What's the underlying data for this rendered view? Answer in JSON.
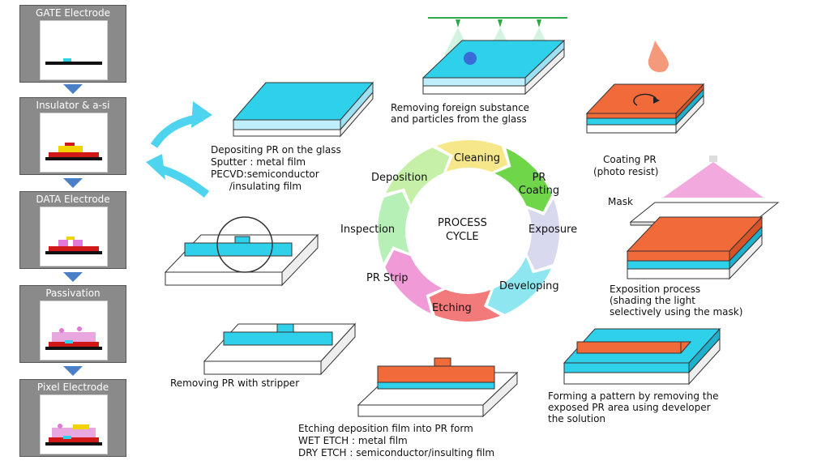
{
  "steps": [
    {
      "label": "GATE Electrode"
    },
    {
      "label": "Insulator & a-si"
    },
    {
      "label": "DATA Electrode"
    },
    {
      "label": "Passivation"
    },
    {
      "label": "Pixel Electrode"
    }
  ],
  "cycle": {
    "center_line1": "PROCESS",
    "center_line2": "CYCLE",
    "stages": [
      {
        "label": "Cleaning",
        "color": "#f6e88a"
      },
      {
        "label": "PR Coating",
        "color": "#6fd64a"
      },
      {
        "label": "Exposure",
        "color": "#d8d8ee"
      },
      {
        "label": "Developing",
        "color": "#8ee6f0"
      },
      {
        "label": "Etching",
        "color": "#f27a7a"
      },
      {
        "label": "PR Strip",
        "color": "#f09ad8"
      },
      {
        "label": "Inspection",
        "color": "#b7f0b7"
      },
      {
        "label": "Deposition",
        "color": "#c6f0a8"
      }
    ]
  },
  "captions": {
    "cleaning": "Removing foreign substance\nand particles from the glass",
    "deposition_1": "Depositing PR on the glass",
    "deposition_2": "Sputter : metal film",
    "deposition_3": "PECVD:semiconductor",
    "deposition_4": "      /insulating film",
    "coating_1": "Coating PR",
    "coating_2": "(photo resist)",
    "mask": "Mask",
    "exposure": "Exposition process\n(shading the light\nselectively using the mask)",
    "developing": "Forming a pattern by removing the\nexposed PR area using developer\nthe solution",
    "etching_1": "Etching deposition film into PR form",
    "etching_2": "WET ETCH : metal film",
    "etching_3": "DRY ETCH : semiconductor/insulting film",
    "strip": "Removing PR with stripper"
  },
  "colors": {
    "cyan": "#2fd0ea",
    "orange": "#f06a3a",
    "glass": "#ffffff",
    "pink": "#e97bde",
    "arrow": "#4fd4f0"
  }
}
